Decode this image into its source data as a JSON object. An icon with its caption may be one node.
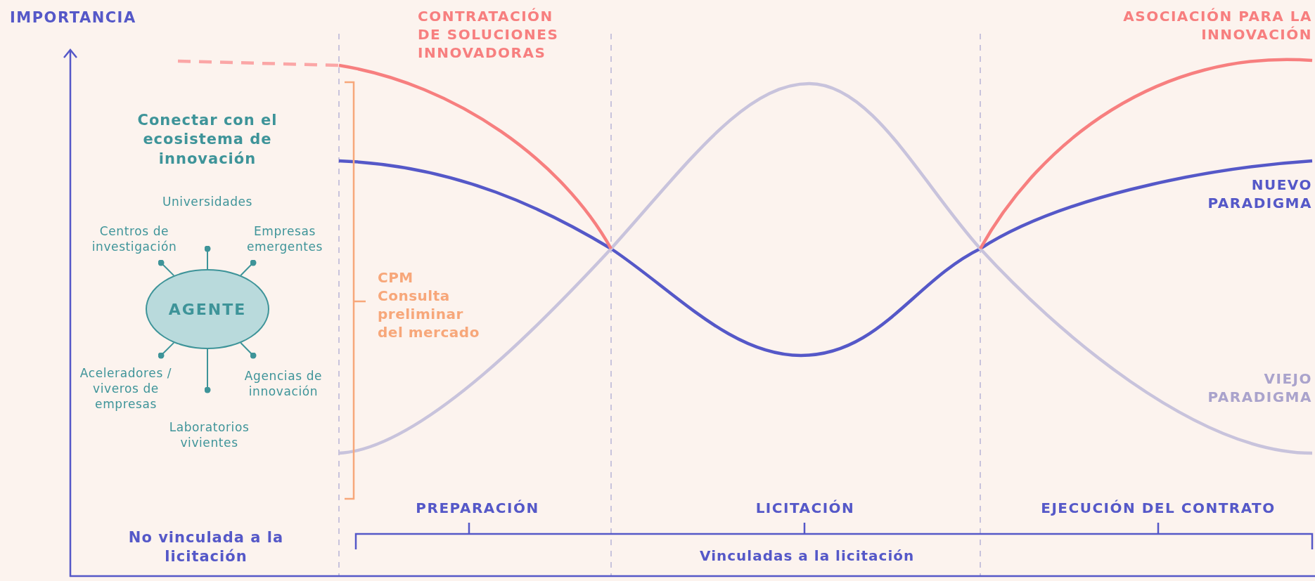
{
  "diagram": {
    "nodes": [
      {
        "text": [
          "AGENTE"
        ]
      },
      {
        "text": [
          "Universidades"
        ]
      },
      {
        "text": [
          "Centros de investigación"
        ]
      },
      {
        "text": [
          "Empresas emergentes"
        ]
      },
      {
        "text": [
          "Aceleradores / viveros de empresas"
        ]
      },
      {
        "text": [
          "Agencias de innovación"
        ]
      },
      {
        "text": [
          "Laboratorios vivientes"
        ]
      }
    ],
    "edges": [
      {
        "from": 0,
        "to": 1,
        "arrow": "other"
      },
      {
        "from": 0,
        "to": 2,
        "arrow": "other"
      },
      {
        "from": 0,
        "to": 3,
        "arrow": "other"
      },
      {
        "from": 0,
        "to": 4,
        "arrow": "other"
      },
      {
        "from": 0,
        "to": 5,
        "arrow": "other"
      },
      {
        "from": 0,
        "to": 6,
        "arrow": "other"
      }
    ],
    "labels": [
      "IMPORTANCIA",
      "CONTRATACIÓN DE SOLUCIONES INNOVADORAS",
      "ASOCIACIÓN PARA LA INNOVACIÓN",
      "Conectar con el ecosistema de innovación",
      "NUEVO PARADIGMA",
      "CPM",
      "Consulta preliminar del mercado",
      "VIEJO PARADIGMA",
      "PREPARACIÓN",
      "LICITACIÓN",
      "EJECUCIÓN DEL CONTRATO",
      "No vinculada a la licitación",
      "Vinculadas a la licitación"
    ]
  }
}
